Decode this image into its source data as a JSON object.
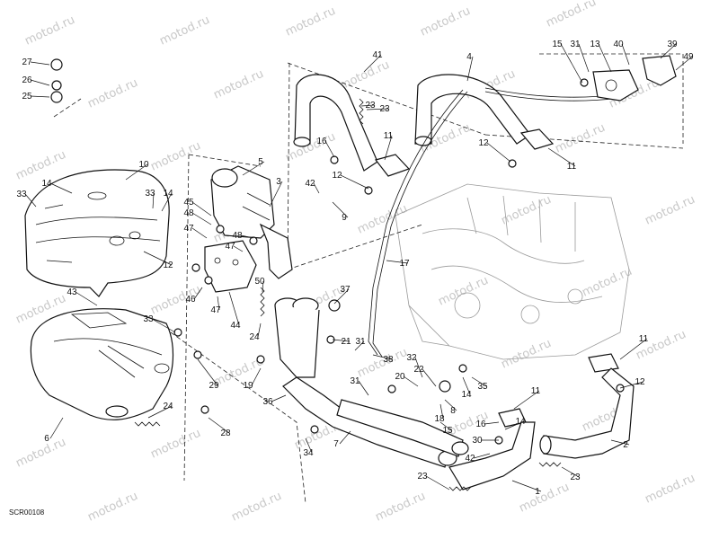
{
  "watermark": "motod.ru",
  "diagram_code": "SCR00108",
  "callouts": [
    "1",
    "2",
    "3",
    "4",
    "5",
    "6",
    "7",
    "8",
    "9",
    "10",
    "11",
    "12",
    "13",
    "14",
    "15",
    "16",
    "17",
    "18",
    "19",
    "20",
    "21",
    "22",
    "23",
    "24",
    "25",
    "26",
    "27",
    "28",
    "29",
    "30",
    "31",
    "32",
    "33",
    "34",
    "35",
    "36",
    "37",
    "38",
    "39",
    "40",
    "41",
    "42",
    "43",
    "44",
    "45",
    "46",
    "47",
    "48",
    "49",
    "50"
  ]
}
